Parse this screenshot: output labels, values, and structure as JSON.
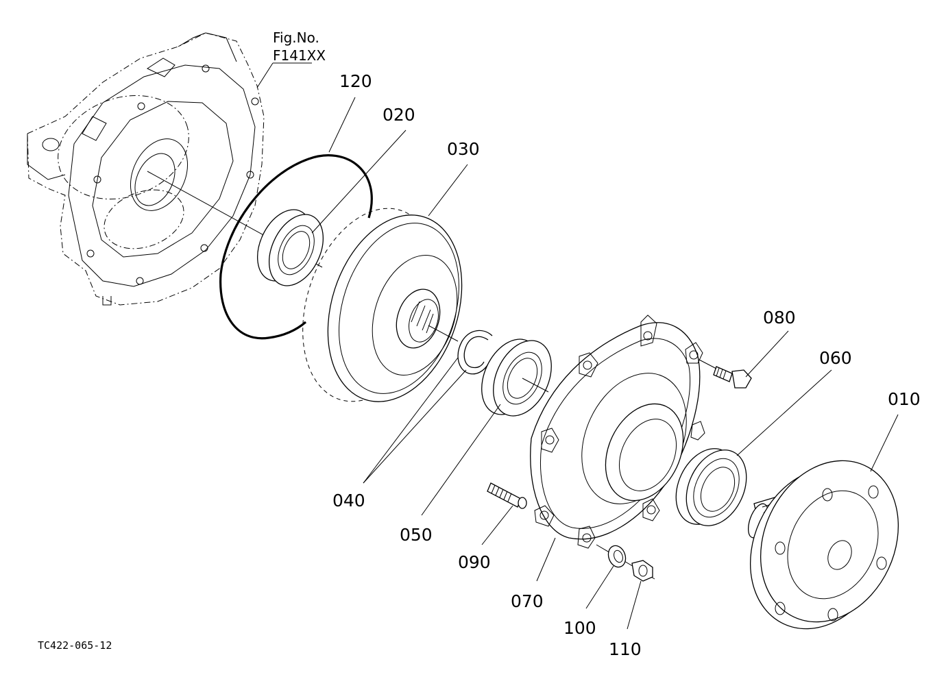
{
  "figure": {
    "fig_label": "Fig.No.",
    "fig_number": "F141XX",
    "drawing_code": "TC422-065-12"
  },
  "parts": {
    "p010": "010",
    "p020": "020",
    "p030": "030",
    "p040": "040",
    "p050": "050",
    "p060": "060",
    "p070": "070",
    "p080": "080",
    "p090": "090",
    "p100": "100",
    "p110": "110",
    "p120": "120"
  },
  "colors": {
    "line": "#000000",
    "background": "#ffffff"
  }
}
